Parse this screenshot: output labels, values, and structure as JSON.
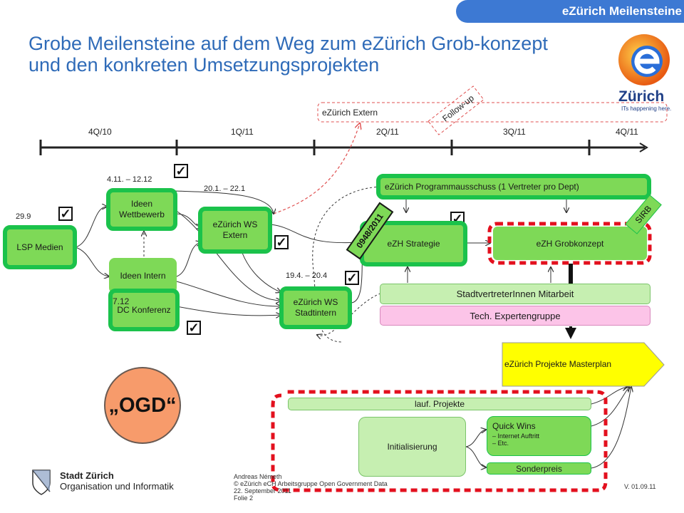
{
  "header": {
    "tab_label": "eZürich Meilensteine",
    "title": "Grobe Meilensteine auf dem Weg zum eZürich Grob-konzept und den konkreten Umsetzungsprojekten",
    "logo_text": "Zürich",
    "logo_tagline": "ITs happening here."
  },
  "timeline": {
    "quarters": [
      "4Q/10",
      "1Q/11",
      "2Q/11",
      "3Q/11",
      "4Q/11"
    ]
  },
  "labels": {
    "extern": "eZürich Extern",
    "follow_up": "Follow-up",
    "date_299": "29.9",
    "date_411": "4.11. – 12.12",
    "date_201": "20.1. – 22.1",
    "date_194": "19.4. – 20.4",
    "date_712": "7.12",
    "stamp": "0948/2011",
    "sirb": "SIRB"
  },
  "boxes": {
    "lsp": "LSP Medien",
    "ideen_wettbewerb": "Ideen Wettbewerb",
    "ideen_intern": "Ideen Intern",
    "dc_konferenz": "DC Konferenz",
    "ws_extern": "eZürich WS Extern",
    "ws_stadtintern": "eZürich WS Stadtintern",
    "programmausschuss": "eZürich Programmausschuss (1 Vertreter pro Dept)",
    "strategie": "eZH Strategie",
    "grobkonzept": "eZH Grobkonzept",
    "stadtvertreter": "StadtvertreterInnen Mitarbeit",
    "tech": "Tech. Expertengruppe",
    "masterplan": "eZürich Projekte Masterplan",
    "lauf": "lauf. Projekte",
    "initialisierung": "Initialisierung",
    "quick_wins": "Quick Wins",
    "qw_item1": "Internet Auftritt",
    "qw_item2": "Etc.",
    "sonderpreis": "Sonderpreis",
    "ogd": "„OGD“"
  },
  "footer": {
    "org_line1": "Stadt Zürich",
    "org_line2": "Organisation und Informatik",
    "author": "Andreas Németh",
    "copyright": "© eZürich eCH Arbeitsgruppe Open Government Data",
    "date": "22. September 2011",
    "folie": "Folie 2",
    "version": "V. 01.09.11"
  },
  "colors": {
    "accent_blue": "#3d79d3",
    "title_blue": "#2f6bb8",
    "green_fill": "#7ed957",
    "green_border": "#1bc24b",
    "red_dash": "#e3101e",
    "ogd_fill": "#f79b6b"
  }
}
